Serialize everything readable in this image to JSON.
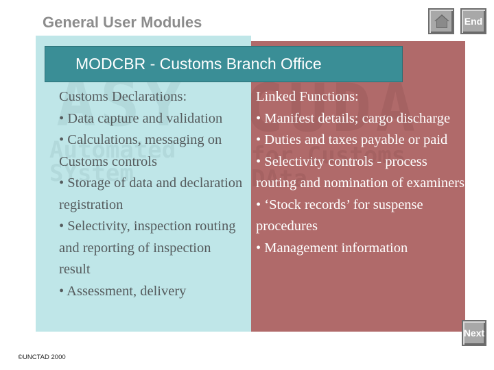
{
  "header": {
    "title": "General User Modules",
    "end_label": "End",
    "home_icon": "home-icon"
  },
  "slide": {
    "title": "MODCBR - Customs Branch Office",
    "left": {
      "heading": "Customs Declarations:",
      "items": [
        "• Data capture and validation",
        "• Calculations, messaging on Customs controls",
        "• Storage of data and declaration registration",
        "• Selectivity, inspection routing and reporting of inspection result",
        "• Assessment, delivery"
      ]
    },
    "right": {
      "heading": "Linked Functions:",
      "items": [
        "• Manifest details; cargo discharge",
        "• Duties and taxes payable or paid",
        "• Selectivity controls - process routing and nomination of examiners",
        "• ‘Stock records’ for suspense procedures",
        "• Management information"
      ]
    }
  },
  "footer": {
    "next_label": "Next",
    "copyright": "©UNCTAD 2000"
  },
  "colors": {
    "left_panel": "#bfe6e8",
    "right_panel": "#b06a6a",
    "title_banner": "#3a8e96",
    "header_text": "#8c8c8c"
  }
}
